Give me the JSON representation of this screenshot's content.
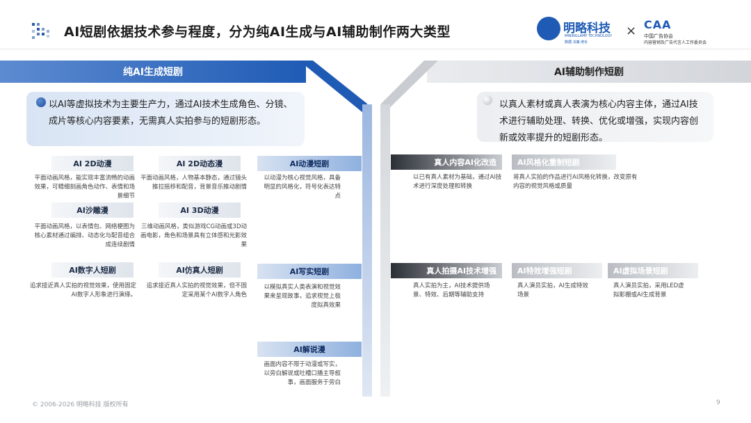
{
  "header": {
    "title": "AI短剧依据技术参与程度，分为纯AI生成与AI辅助制作两大类型",
    "brand": "明略科技",
    "brand_en": "MININGLAMP TECHNOLOGY",
    "brand_sub": "数据·决策·增长",
    "cross": "×",
    "partner_logo": "CAA",
    "partner_line1": "中国广告协会",
    "partner_line2": "内容营销及广告代言人工作委员会"
  },
  "left": {
    "heading": "纯AI生成短剧",
    "description": "以AI等虚拟技术为主要生产力，通过AI技术生成角色、分镜、成片等核心内容要素，无需真人实拍参与的短剧形态。",
    "items": [
      {
        "label": "AI 2D动漫",
        "text": "平面动画风格，能实现丰富流畅的动画效果，可精细刻画角色动作、表情和场景细节"
      },
      {
        "label": "AI 2D动态漫",
        "text": "平面动画风格，人物基本静态，通过镜头推拉摇移和配音，背景音乐推动剧情"
      },
      {
        "label": "AI沙雕漫",
        "text": "平面动画风格，以表情包、网络梗图为核心素材通过编排、动态化与配音组合成连续剧情"
      },
      {
        "label": "AI 3D动漫",
        "text": "三维动画风格，类似游戏CG动画或3D动画电影，角色和场景具有立体感和光影效果"
      },
      {
        "label": "AI数字人短剧",
        "text": "追求接近真人实拍的视觉效果，使用固定AI数字人形象进行演绎。"
      },
      {
        "label": "AI仿真人短剧",
        "text": "追求接近真人实拍的视觉效果，但不固定采用某个AI数字人角色"
      }
    ],
    "categories": [
      {
        "label": "AI动漫短剧",
        "text": "以动漫为核心视觉风格，具备明显的风格化，符号化表达特点"
      },
      {
        "label": "AI写实短剧",
        "text": "以模拟真实人类表演和视觉效果来呈现故事，追求视觉上极度拟真效果"
      },
      {
        "label": "AI解说漫",
        "text": "画面内容不限于动漫或写实，以旁白解说或吐槽口播主导叙事，画面服务于旁白"
      }
    ]
  },
  "right": {
    "heading": "AI辅助制作短剧",
    "description": "以真人素材或真人表演为核心内容主体，通过AI技术进行辅助处理、转换、优化或增强，实现内容创新或效率提升的短剧形态。",
    "row1": [
      {
        "label": "真人内容AI化改造",
        "text": "以已有真人素材为基础，通过AI技术进行深度处理和转换"
      },
      {
        "label": "AI风格化重制短剧",
        "text": "将真人实拍的作品进行AI风格化转换，改变原有内容的视觉风格或质量"
      }
    ],
    "row2": [
      {
        "label": "真人拍摄AI技术增强",
        "text": "真人实拍为主，AI技术提供场景、特效、后期等辅助支持"
      },
      {
        "label": "AI特效增强短剧",
        "text": "真人演员实拍，AI生成特效场景"
      },
      {
        "label": "AI虚拟场景短剧",
        "text": "真人演员实拍，采用LED虚拟影棚或AI生成背景"
      }
    ]
  },
  "footer": {
    "copyright": "© 2006-2026 明略科技 版权所有",
    "page": "9"
  },
  "colors": {
    "accent_blue": "#1f5bb5",
    "accent_gray": "#d2d5da",
    "title": "#1c1c1c"
  }
}
